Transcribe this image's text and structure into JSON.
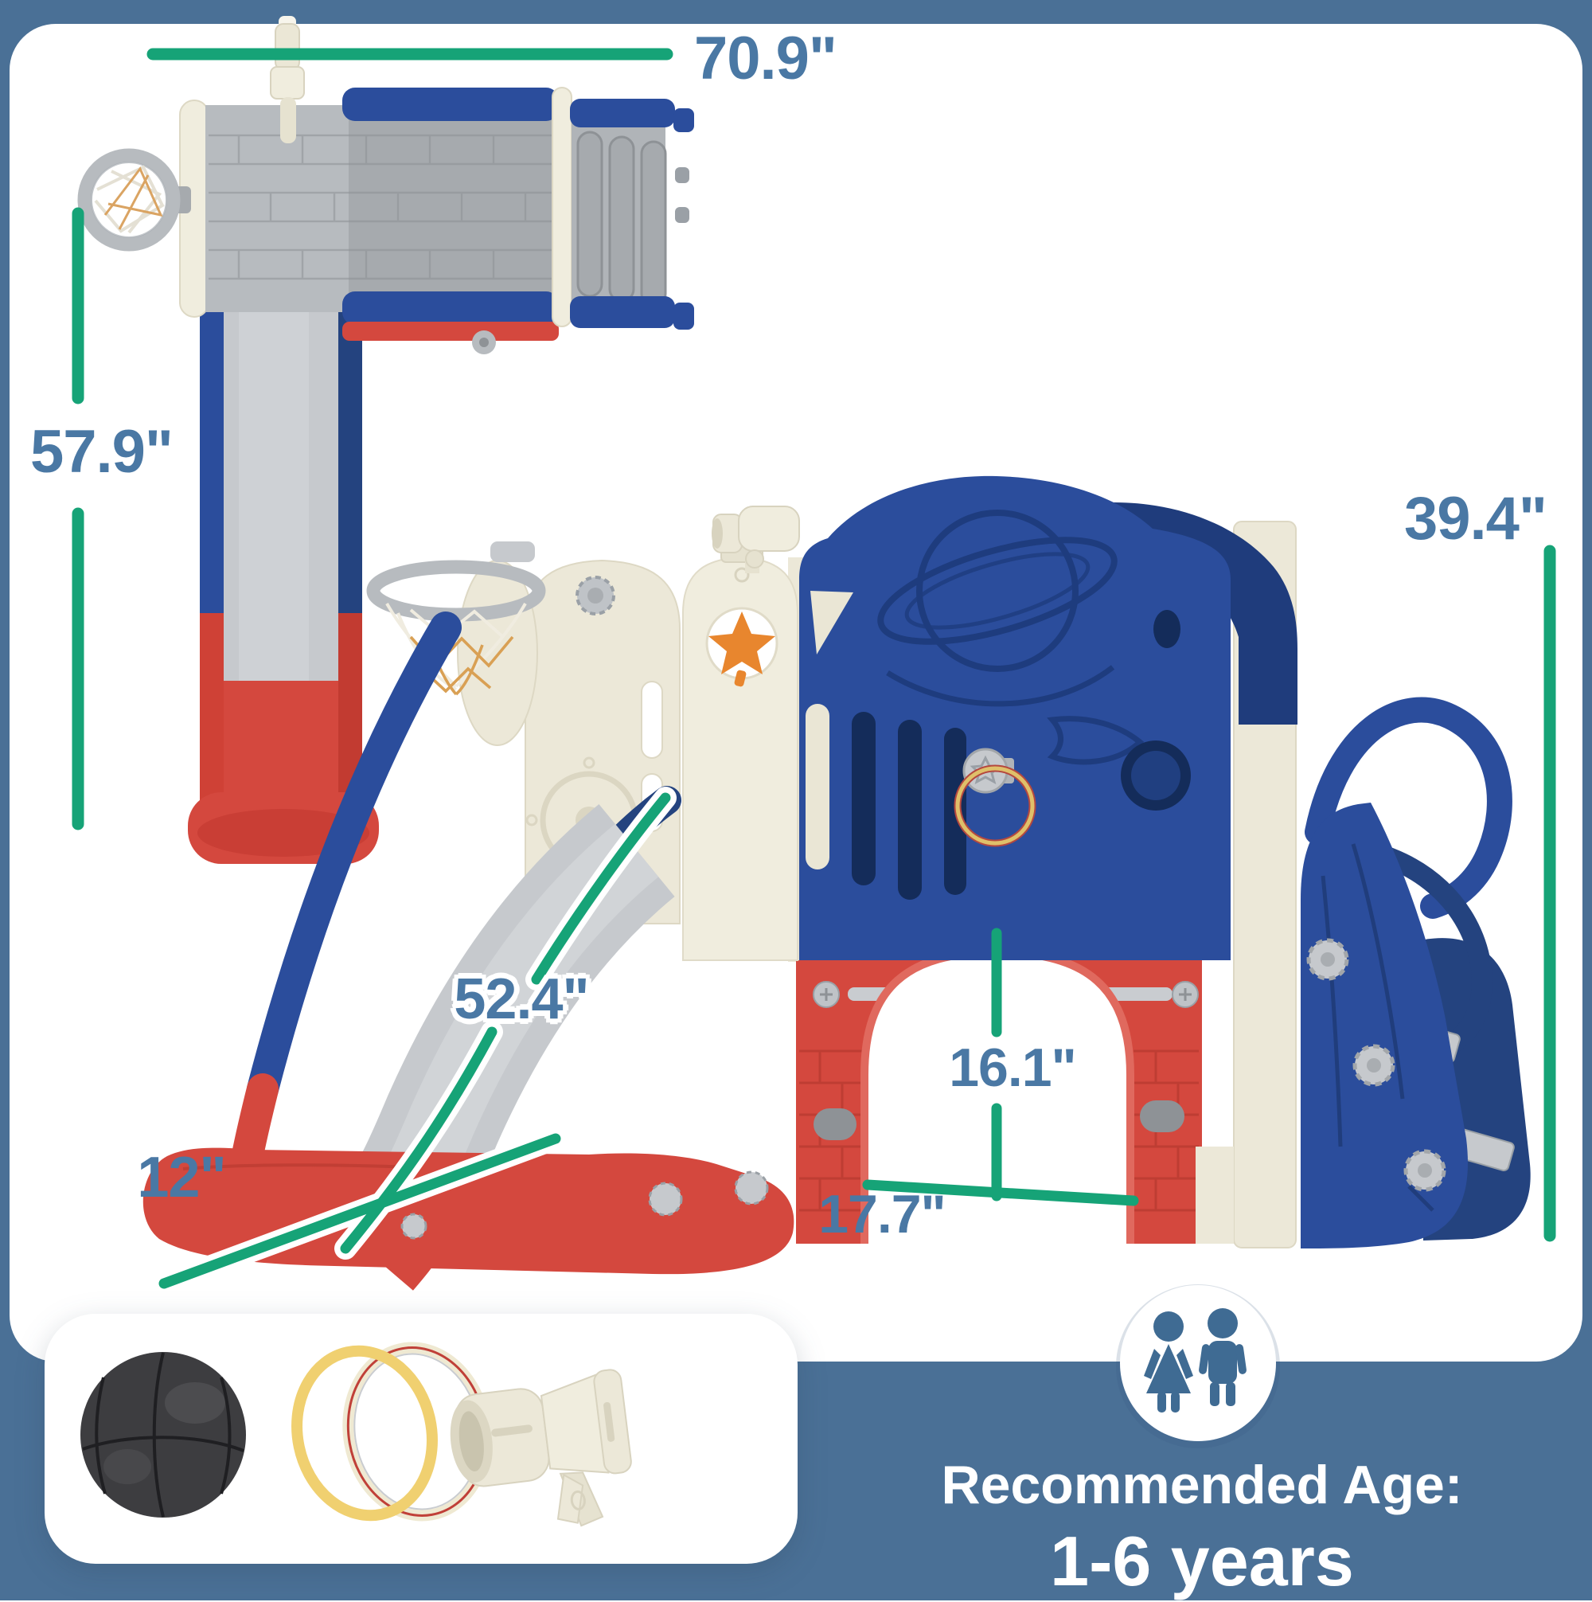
{
  "product": {
    "description": "kids climber playset with slide, basketball hoop, telescope and stairs",
    "views": {
      "top_view": "playset-top-view",
      "front_view": "playset-front-view"
    }
  },
  "dimensions": {
    "overall_width": "70.9\"",
    "overall_depth": "57.9\"",
    "overall_height": "39.4\"",
    "slide_length": "52.4\"",
    "slide_width": "12\"",
    "arch_height": "16.1\"",
    "arch_width": "17.7\""
  },
  "age_recommendation": {
    "heading": "Recommended Age:",
    "value": "1-6 years"
  },
  "accessories": {
    "items": [
      {
        "name": "basketball"
      },
      {
        "name": "toss-rings"
      },
      {
        "name": "telescope"
      }
    ]
  },
  "icons": {
    "children_icon": "boy-and-girl-silhouette"
  },
  "colors": {
    "background": "#4a7096",
    "card": "#ffffff",
    "dimension_line": "#16a377",
    "dimension_text": "#4a78a4",
    "plastic_blue": "#2b4d9c",
    "plastic_blue_dark": "#1f3c7c",
    "plastic_red": "#d4483e",
    "plastic_cream": "#f0edde",
    "slide_gray": "#c3c6ca",
    "accent_orange": "#e8862e",
    "net_gold": "#d9a054",
    "age_text": "#ffffff"
  }
}
